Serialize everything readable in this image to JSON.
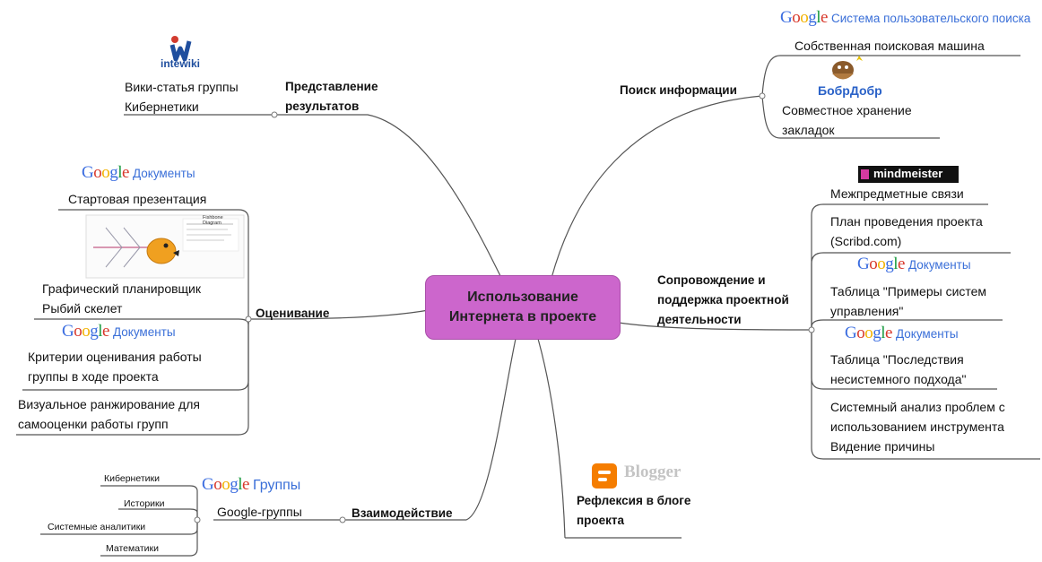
{
  "center": {
    "label": "Использование\nИнтернета в проекте",
    "color": "#cc66cc"
  },
  "branches": {
    "predstavlenie": {
      "label": "Представление\nрезультатов",
      "logo": "intewiki",
      "items": [
        "Вики-статья группы\nКибернетики"
      ]
    },
    "poisk": {
      "label": "Поиск информации",
      "google_service": "Система пользовательского поиска",
      "items": [
        "Собственная поисковая машина",
        "Совместное хранение\nзакладок"
      ],
      "bobrdobr": "БобрДобр"
    },
    "soprovozhdenie": {
      "label": "Сопровождение и\nподдержка проектной\nдеятельности",
      "mindmeister": "mindmeister",
      "items": [
        "Межпредметные связи",
        "План проведения проекта\n(Scribd.com)",
        "Таблица \"Примеры систем\nуправления\"",
        "Таблица \"Последствия\nнесистемного подхода\"",
        "Системный анализ проблем с\nиспользованием инструмента\nВидение причины"
      ],
      "google_service": "Документы"
    },
    "refleksiya": {
      "label": "Рефлексия в блоге\nпроекта",
      "logo": "Blogger"
    },
    "vzaimodeistvie": {
      "label": "Взаимодействие",
      "google_service": "Группы",
      "item": "Google-группы",
      "groups": [
        "Кибернетики",
        "Историки",
        "Системные аналитики",
        "Математики"
      ]
    },
    "otsenivanie": {
      "label": "Оценивание",
      "google_service": "Документы",
      "items": [
        "Стартовая презентация",
        "Графический планировщик\nРыбий скелет",
        "Критерии оценивания работы\nгруппы в ходе проекта",
        "Визуальное ранжирование для\nсамооценки работы групп"
      ],
      "thumbnail_caption": "Fishbone\nDiagram"
    }
  },
  "google": {
    "letters": [
      "G",
      "o",
      "o",
      "g",
      "l",
      "e"
    ]
  }
}
